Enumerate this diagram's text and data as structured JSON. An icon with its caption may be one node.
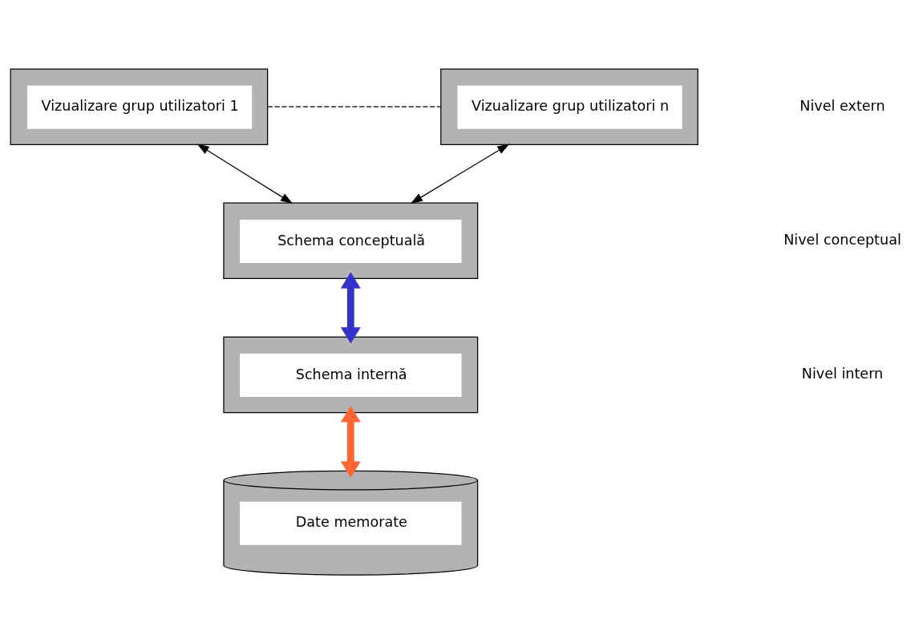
{
  "diagram": {
    "nodes": [
      {
        "text": [
          "Vizualizare grup utilizatori 1"
        ]
      },
      {
        "text": [
          "Vizualizare grup utilizatori n"
        ]
      },
      {
        "text": [
          "Schema conceptuală"
        ]
      },
      {
        "text": [
          "Schema internă"
        ]
      },
      {
        "text": [
          "Date memorate"
        ]
      }
    ],
    "edges": [
      {
        "from": 0,
        "to": 1,
        "arrow": "none",
        "style": "dashed"
      },
      {
        "from": 2,
        "to": 0,
        "arrow": "both"
      },
      {
        "from": 2,
        "to": 1,
        "arrow": "both"
      },
      {
        "from": 2,
        "to": 3,
        "arrow": "both",
        "style": "thick",
        "color": "#3333cc"
      },
      {
        "from": 3,
        "to": 4,
        "arrow": "both",
        "style": "thick",
        "color": "#ff6633"
      }
    ],
    "labels": [
      "Nivel extern",
      "Nivel conceptual",
      "Nivel intern"
    ]
  }
}
